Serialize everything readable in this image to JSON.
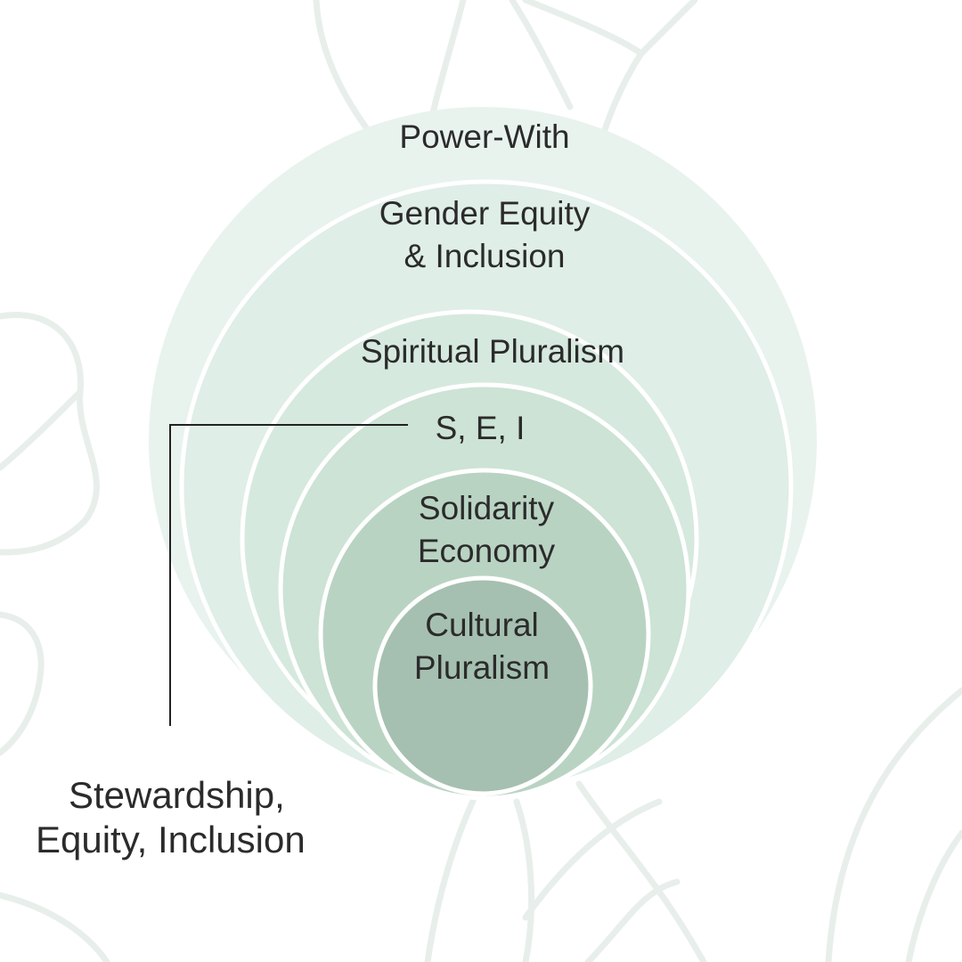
{
  "diagram": {
    "rings": [
      {
        "id": "power-with",
        "lines": [
          "Power-With"
        ],
        "fill": "#e9f3ee"
      },
      {
        "id": "gender-equity",
        "lines": [
          "Gender Equity",
          "& Inclusion"
        ],
        "fill": "#dfeee6"
      },
      {
        "id": "spiritual-pluralism",
        "lines": [
          "Spiritual Pluralism"
        ],
        "fill": "#d6e9de"
      },
      {
        "id": "sei",
        "lines": [
          "S, E, I"
        ],
        "fill": "#cce3d5"
      },
      {
        "id": "solidarity-economy",
        "lines": [
          "Solidarity",
          "Economy"
        ],
        "fill": "#b9d3c3"
      },
      {
        "id": "cultural-pluralism",
        "lines": [
          "Cultural",
          "Pluralism"
        ],
        "fill": "#a5c0b0"
      }
    ],
    "callout": {
      "lines": [
        "Stewardship,",
        "Equity, Inclusion"
      ]
    }
  },
  "colors": {
    "ring_stroke": "#ffffff",
    "connector": "#222222",
    "background_lines": "#e8efea"
  }
}
